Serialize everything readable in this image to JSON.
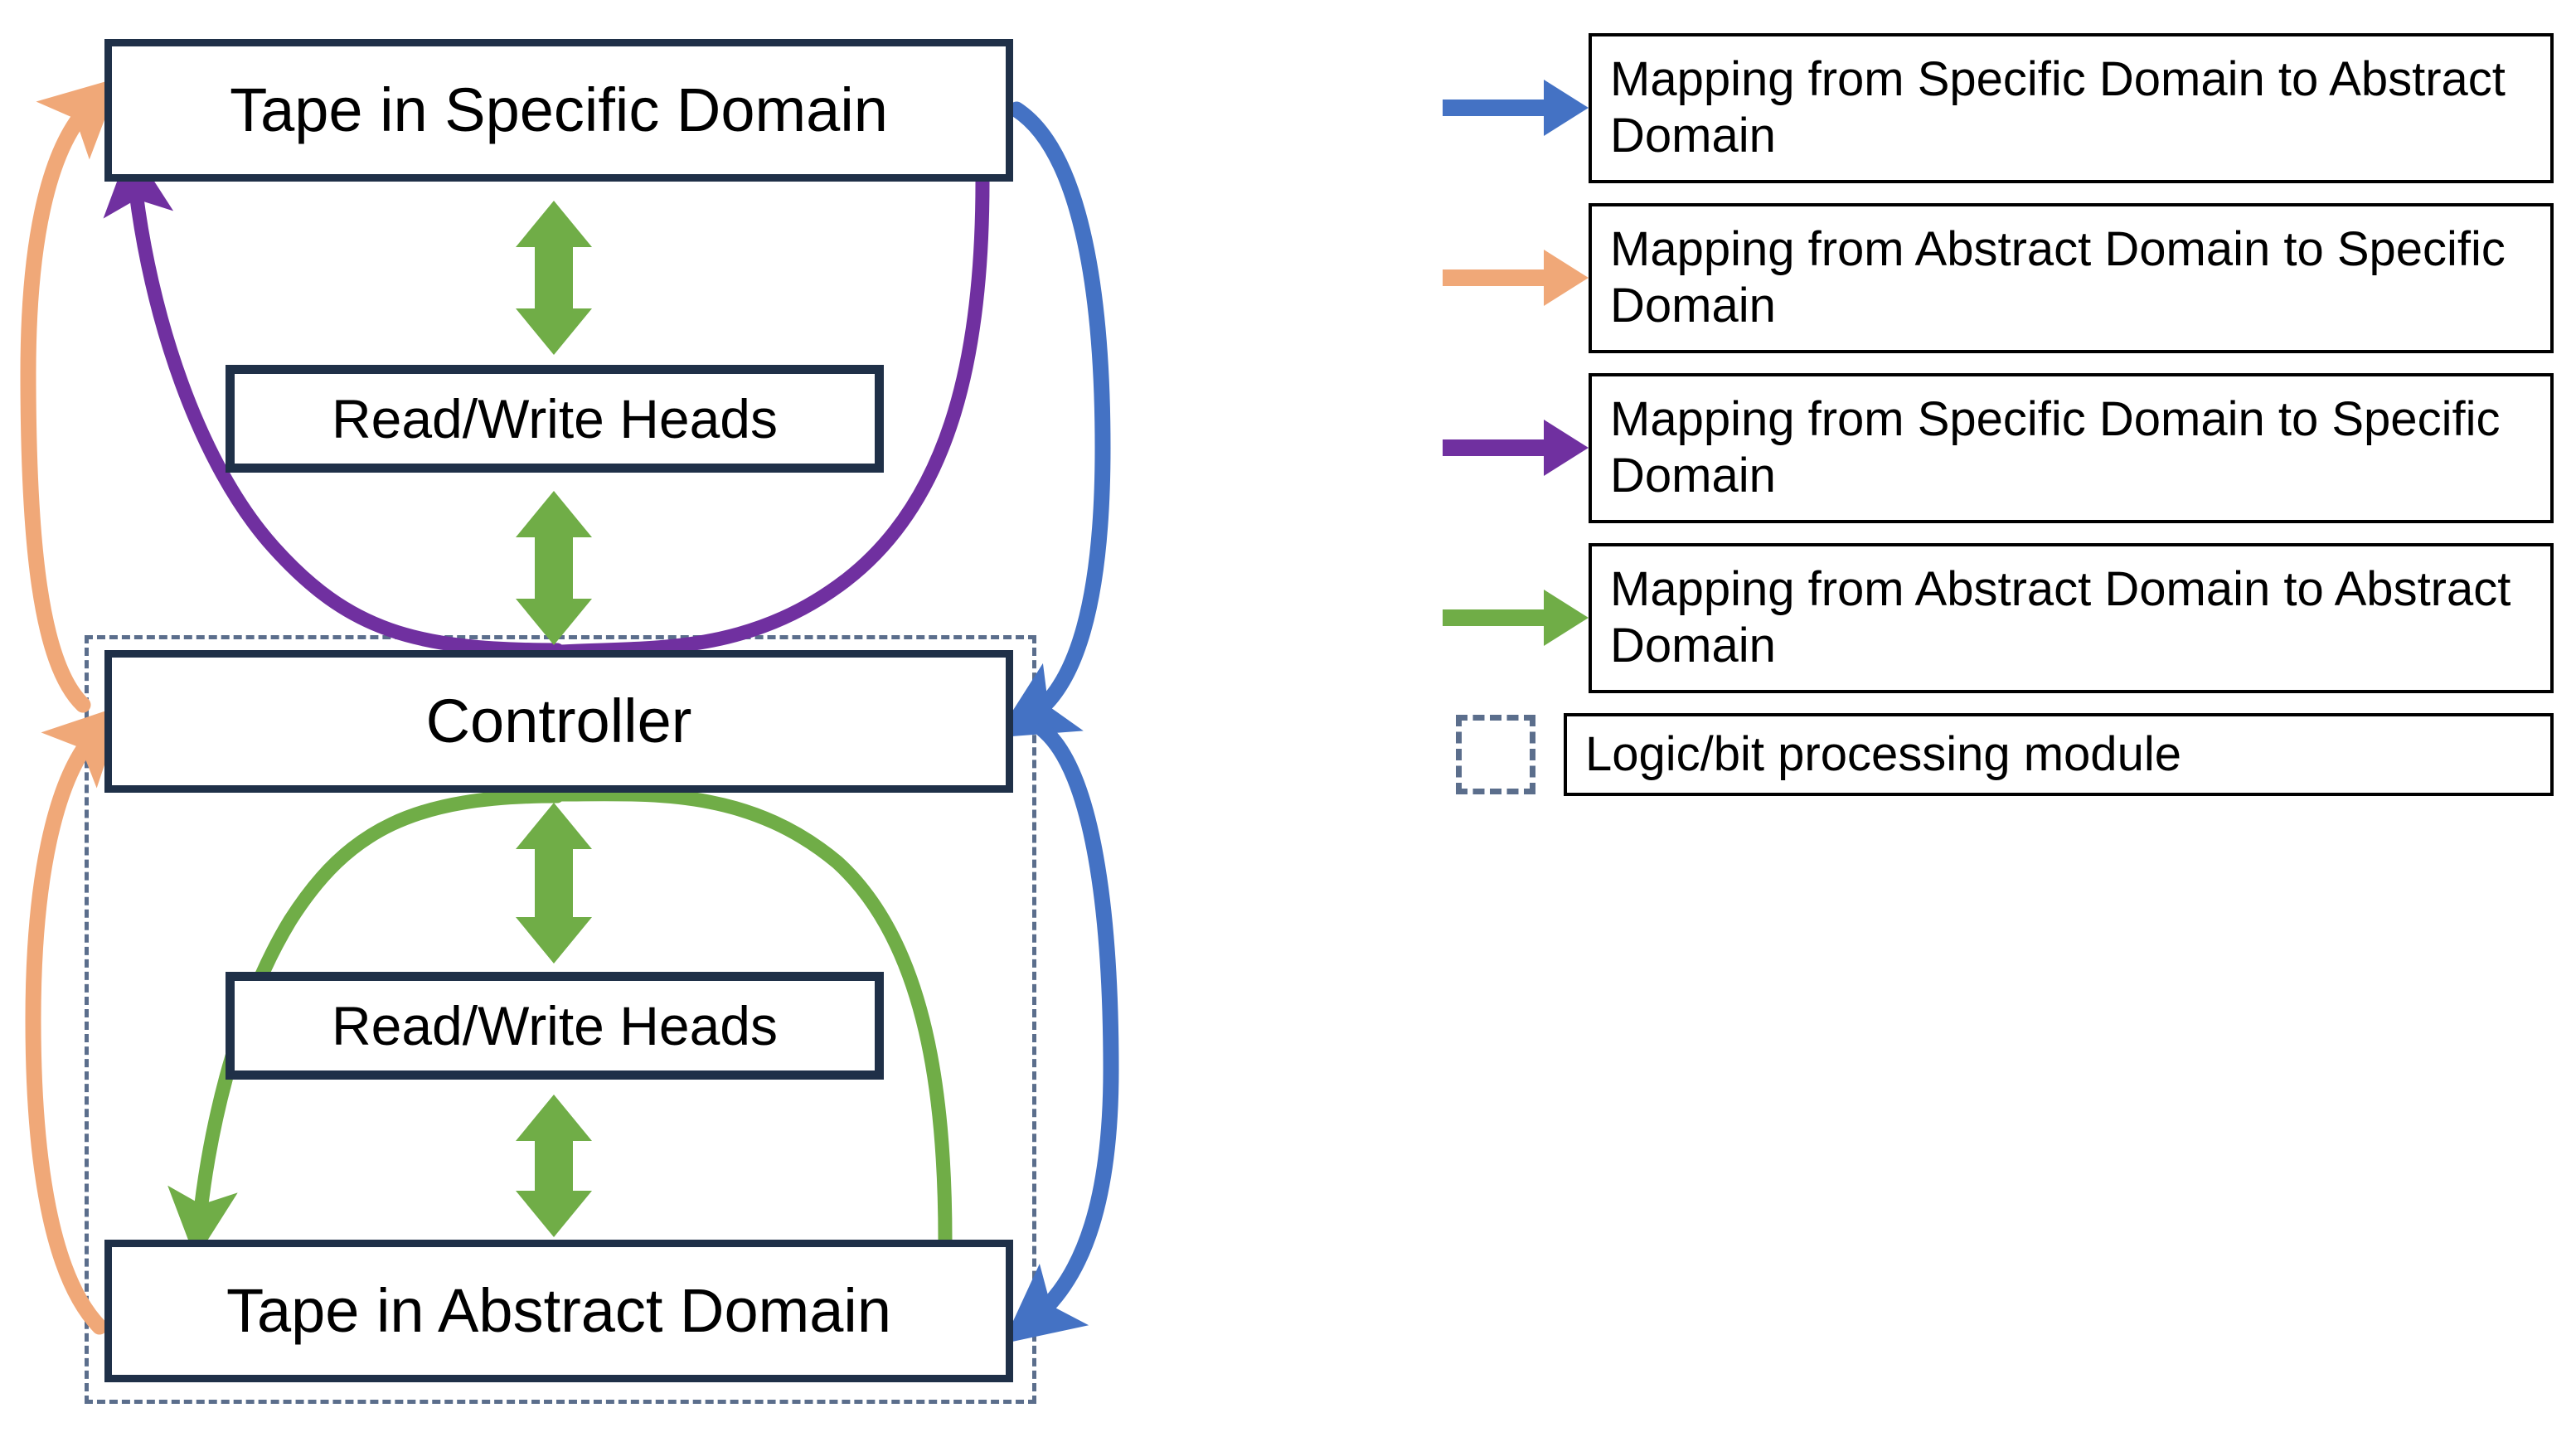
{
  "diagram": {
    "title_nodes": {
      "tape_specific": "Tape in Specific Domain",
      "read_write_heads_top": "Read/Write Heads",
      "controller": "Controller",
      "read_write_heads_bottom": "Read/Write Heads",
      "tape_abstract": "Tape in Abstract Domain"
    },
    "colors": {
      "node_border": "#1F3048",
      "node_fill": "#FFFFFF",
      "mapping_specific_to_abstract": "#4472C4",
      "mapping_abstract_to_specific": "#F0A878",
      "mapping_specific_to_specific": "#7030A0",
      "mapping_abstract_to_abstract": "#70AD47",
      "logic_module_border": "#5B6E8C",
      "legend_border": "#000000",
      "text": "#000000"
    },
    "connections": [
      {
        "name": "tape-specific-to-rw-top",
        "type": "bidirectional",
        "color": "#70AD47"
      },
      {
        "name": "rw-top-to-controller",
        "type": "bidirectional",
        "color": "#70AD47"
      },
      {
        "name": "controller-to-rw-bottom",
        "type": "bidirectional",
        "color": "#70AD47"
      },
      {
        "name": "rw-bottom-to-tape-abstract",
        "type": "bidirectional",
        "color": "#70AD47"
      },
      {
        "name": "controller-to-tape-specific-left",
        "type": "curve-arrow",
        "color": "#7030A0"
      },
      {
        "name": "tape-specific-to-controller-right",
        "type": "curve-arrow",
        "color": "#7030A0"
      },
      {
        "name": "controller-to-tape-abstract-left",
        "type": "curve-arrow",
        "color": "#70AD47"
      },
      {
        "name": "tape-abstract-to-controller-right",
        "type": "curve-arrow",
        "color": "#70AD47"
      },
      {
        "name": "tape-specific-to-controller-outer-blue",
        "type": "curve-arrow",
        "color": "#4472C4"
      },
      {
        "name": "tape-specific-to-tape-abstract-outer-blue",
        "type": "curve-arrow",
        "color": "#4472C4"
      },
      {
        "name": "tape-abstract-to-controller-outer-orange",
        "type": "curve-arrow",
        "color": "#F0A878"
      },
      {
        "name": "tape-abstract-to-tape-specific-outer-orange",
        "type": "curve-arrow",
        "color": "#F0A878"
      }
    ]
  },
  "legend": {
    "items": [
      {
        "icon": "blue-arrow-icon",
        "color": "#4472C4",
        "kind": "arrow",
        "label": "Mapping from Specific Domain to Abstract Domain",
        "lines": 2
      },
      {
        "icon": "orange-arrow-icon",
        "color": "#F0A878",
        "kind": "arrow",
        "label": "Mapping from Abstract Domain to Specific Domain",
        "lines": 2
      },
      {
        "icon": "purple-arrow-icon",
        "color": "#7030A0",
        "kind": "arrow",
        "label": "Mapping from Specific Domain to Specific Domain",
        "lines": 2
      },
      {
        "icon": "green-arrow-icon",
        "color": "#70AD47",
        "kind": "arrow",
        "label": "Mapping from Abstract Domain to Abstract Domain",
        "lines": 2
      },
      {
        "icon": "dashed-square-icon",
        "color": "#5B6E8C",
        "kind": "dashed-box",
        "label": "Logic/bit processing module",
        "lines": 1
      }
    ]
  }
}
